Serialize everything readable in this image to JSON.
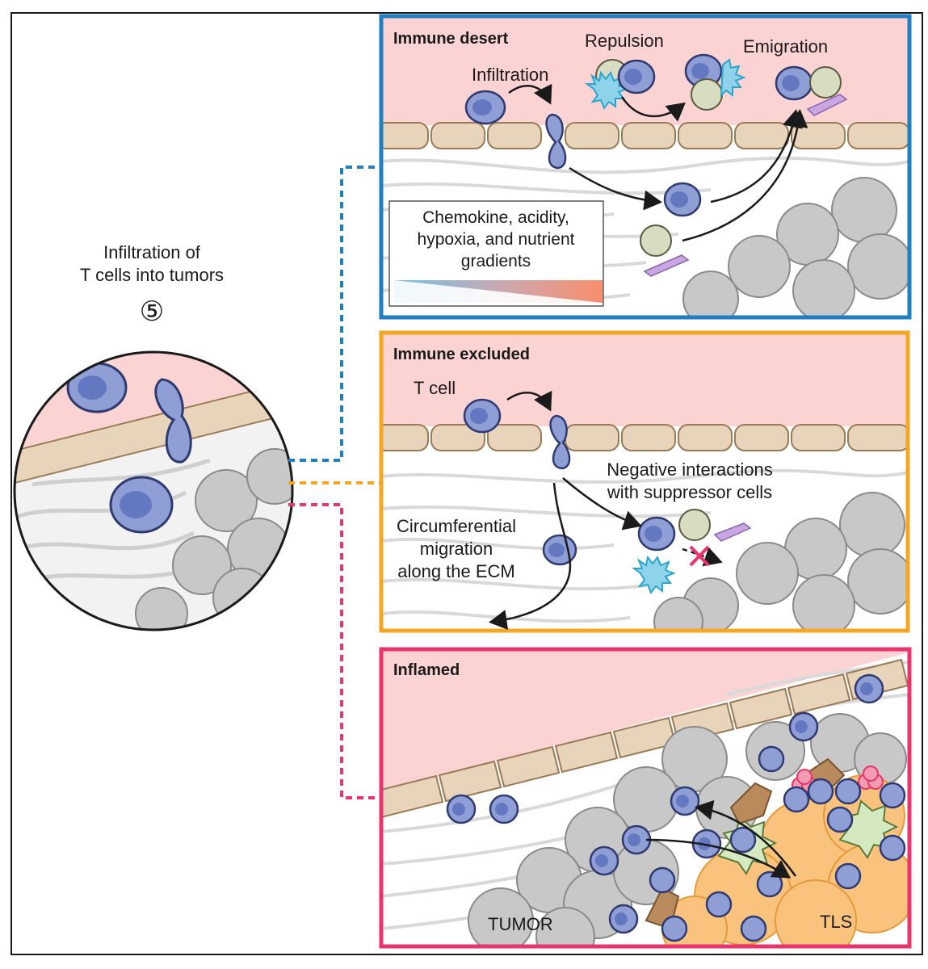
{
  "left": {
    "title_line1": "Infiltration of",
    "title_line2": "T cells into tumors",
    "step_badge": "⑤"
  },
  "panels": {
    "desert": {
      "title": "Immune desert",
      "infiltration": "Infiltration",
      "repulsion": "Repulsion",
      "emigration": "Emigration",
      "gradient_line1": "Chemokine, acidity,",
      "gradient_line2": "hypoxia, and nutrient",
      "gradient_line3": "gradients"
    },
    "excluded": {
      "title": "Immune excluded",
      "tcell": "T cell",
      "neg_line1": "Negative interactions",
      "neg_line2": "with suppressor cells",
      "circ_line1": "Circumferential",
      "circ_line2": "migration",
      "circ_line3": "along the ECM"
    },
    "inflamed": {
      "title": "Inflamed",
      "tumor": "TUMOR",
      "tls": "TLS"
    }
  },
  "colors": {
    "desert_border": "#1f7fc1",
    "excluded_border": "#f5a623",
    "inflamed_border": "#e8356d",
    "vessel_bg": "#fbd3d3",
    "endothelium": "#e8d3bb",
    "tcell": "#8f9fd6",
    "tumor": "#c8c8c8",
    "tls": "#f9c37e"
  }
}
